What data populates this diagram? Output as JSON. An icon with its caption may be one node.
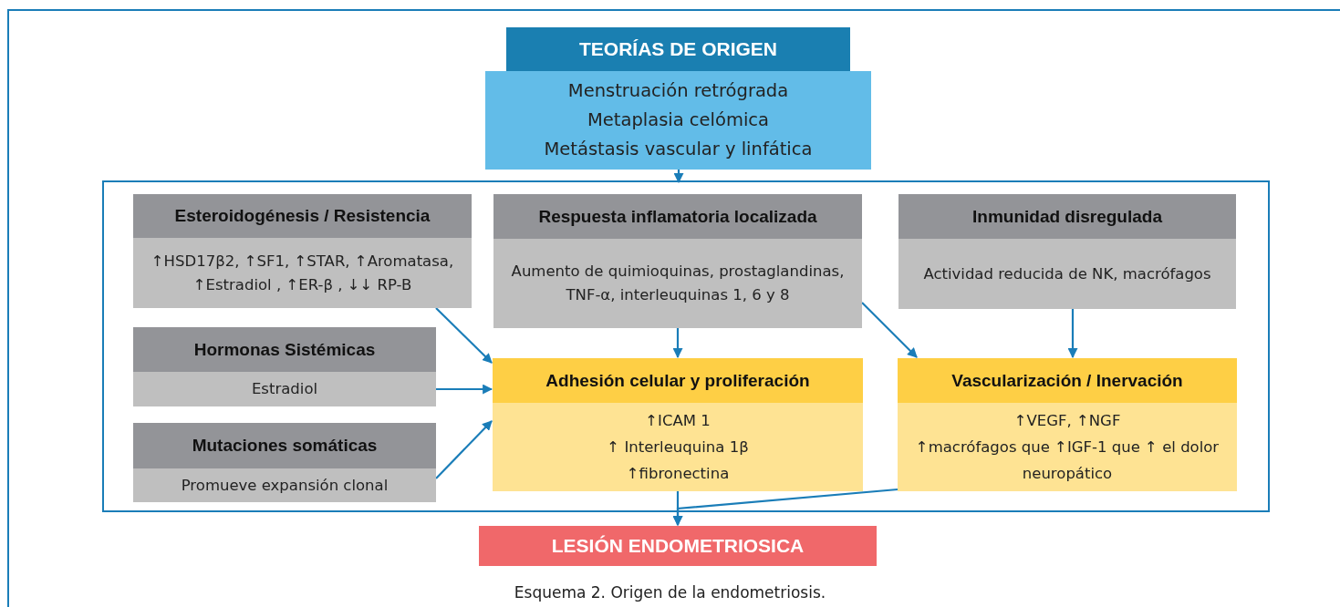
{
  "diagram": {
    "caption": "Esquema 2. Origen de la endometriosis.",
    "nodes": [
      {
        "text": [
          "TEORÍAS DE ORIGEN",
          "Menstruación retrógrada",
          "Metaplasia celómica",
          "Metástasis vascular y linfática"
        ]
      },
      {
        "text": [],
        "shape": "box"
      },
      {
        "text": [
          "Esteroidogénesis / Resistencia",
          "↑HSD17β2, ↑SF1, ↑STAR, ↑Aromatasa, ↑Estradiol , ↑ER-β , ↓↓ RP-B"
        ],
        "in": 1
      },
      {
        "text": [
          "Respuesta inflamatoria localizada",
          "Aumento de quimioquinas, prostaglandinas, TNF-α, interleuquinas 1, 6 y 8"
        ],
        "in": 1
      },
      {
        "text": [
          "Inmunidad disregulada",
          "Actividad reducida de NK, macrófagos"
        ],
        "in": 1
      },
      {
        "text": [
          "Hormonas Sistémicas",
          "Estradiol"
        ],
        "in": 1
      },
      {
        "text": [
          "Adhesión celular y proliferación",
          "↑ICAM 1",
          "↑ Interleuquina 1β",
          "↑fibronectina"
        ],
        "in": 1
      },
      {
        "text": [
          "Vascularización / Inervación",
          "↑VEGF, ↑NGF",
          "↑macrófagos que ↑IGF-1 que ↑ el dolor neuropático"
        ],
        "in": 1
      },
      {
        "text": [
          "Mutaciones somáticas",
          "Promueve expansión clonal"
        ],
        "in": 1
      },
      {
        "text": [
          "LESIÓN ENDOMETRIOSICA"
        ]
      }
    ],
    "edges": [
      {
        "from": 0,
        "to": 1,
        "arrow": "to"
      },
      {
        "from": 2,
        "to": 6,
        "arrow": "to"
      },
      {
        "from": 5,
        "to": 6,
        "arrow": "to"
      },
      {
        "from": 8,
        "to": 6,
        "arrow": "to"
      },
      {
        "from": 3,
        "to": 6,
        "arrow": "to"
      },
      {
        "from": 3,
        "to": 7,
        "arrow": "to"
      },
      {
        "from": 4,
        "to": 7,
        "arrow": "to"
      },
      {
        "from": 6,
        "to": 9,
        "arrow": "to"
      },
      {
        "from": 7,
        "to": 9,
        "arrow": "to"
      }
    ]
  }
}
